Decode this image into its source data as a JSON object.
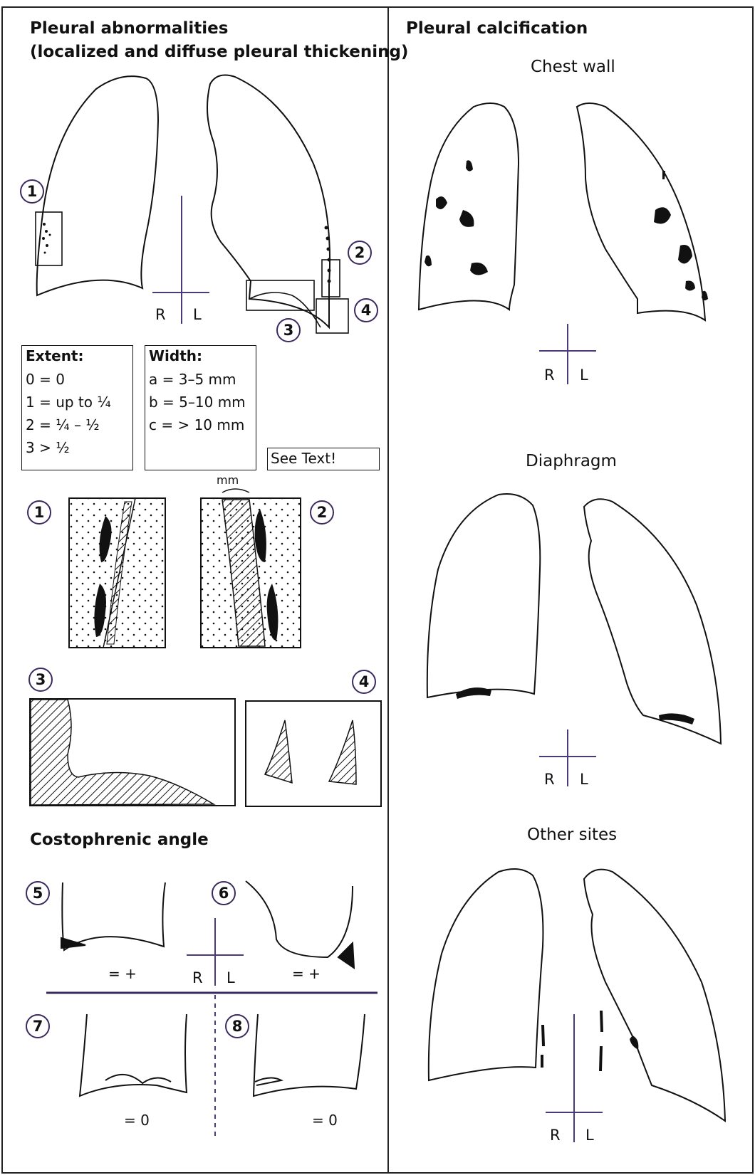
{
  "left_panel": {
    "title_line1": "Pleural abnormalities",
    "title_line2": "(localized and diffuse pleural thickening)",
    "extent_box": {
      "title": "Extent:",
      "rows": [
        "0 = 0",
        "1 = up to ¼",
        "2 = ¼ – ½",
        "3 > ½"
      ]
    },
    "width_box": {
      "title": "Width:",
      "rows": [
        "a = 3–5 mm",
        "b = 5–10 mm",
        "c = > 10 mm"
      ]
    },
    "see_text": "See Text!",
    "mm_label": "mm",
    "costophrenic_title": "Costophrenic angle",
    "markers": {
      "m1": "1",
      "m2": "2",
      "m3": "3",
      "m4": "4",
      "m5": "5",
      "m6": "6",
      "m7": "7",
      "m8": "8"
    },
    "equals": {
      "e5": "= +",
      "e6": "= +",
      "e7": "= 0",
      "e8": "= 0"
    }
  },
  "right_panel": {
    "title": "Pleural calcification",
    "sections": {
      "chest_wall": "Chest wall",
      "diaphragm": "Diaphragm",
      "other_sites": "Other sites"
    }
  },
  "orientation": {
    "right": "R",
    "left": "L"
  },
  "colors": {
    "line": "#111111",
    "accent_purple": "#3a2a5e",
    "axis_purple": "#4a3a78"
  }
}
